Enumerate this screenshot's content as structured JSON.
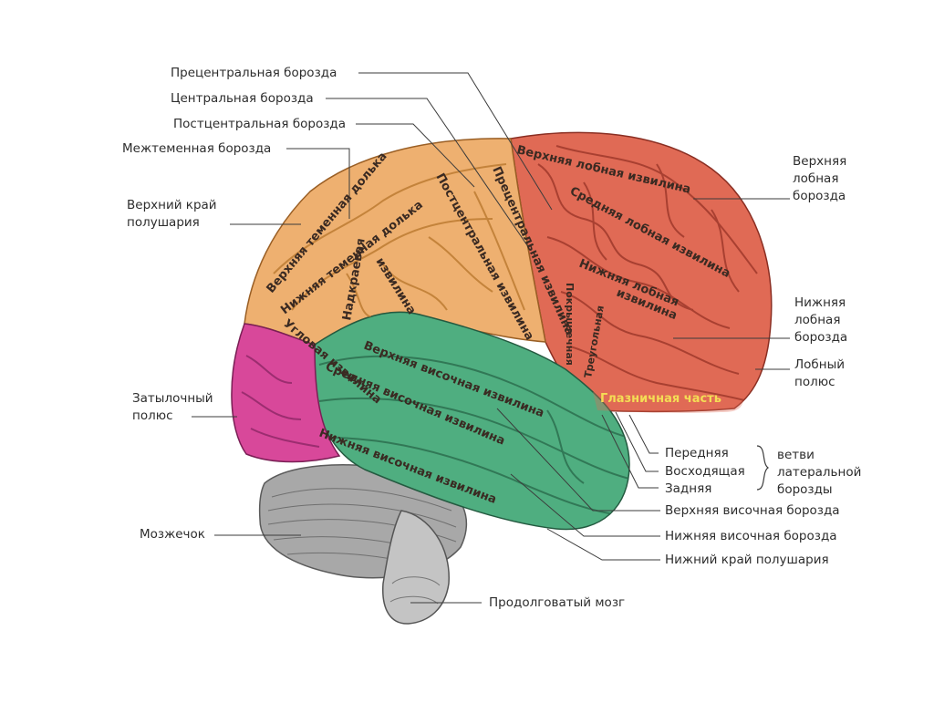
{
  "labels": {
    "precentral_sulcus": "Прецентральная борозда",
    "central_sulcus": "Центральная борозда",
    "postcentral_sulcus": "Постцентральная борозда",
    "intraparietal_sulcus": "Межтеменная борозда",
    "superior_margin_l1": "Верхний край",
    "superior_margin_l2": "полушария",
    "occipital_pole_l1": "Затылочный",
    "occipital_pole_l2": "полюс",
    "cerebellum": "Мозжечок",
    "medulla": "Продолговатый мозг",
    "superior_frontal_sulcus_l1": "Верхняя",
    "superior_frontal_sulcus_l2": "лобная",
    "superior_frontal_sulcus_l3": "борозда",
    "inferior_frontal_sulcus_l1": "Нижняя",
    "inferior_frontal_sulcus_l2": "лобная",
    "inferior_frontal_sulcus_l3": "борозда",
    "frontal_pole_l1": "Лобный",
    "frontal_pole_l2": "полюс",
    "branch_anterior": "Передняя",
    "branch_ascending": "Восходящая",
    "branch_posterior": "Задняя",
    "branches_l1": "ветви",
    "branches_l2": "латеральной",
    "branches_l3": "борозды",
    "superior_temporal_sulcus": "Верхняя височная борозда",
    "inferior_temporal_sulcus": "Нижняя височная борозда",
    "inferior_margin": "Нижний край полушария"
  },
  "inner_labels": {
    "superior_parietal_lobule": "Верхняя теменная долька",
    "inferior_parietal_lobule": "Нижняя теменная долька",
    "postcentral_gyrus": "Постцентральная извилина",
    "precentral_gyrus": "Прецентральная извилина",
    "superior_frontal_gyrus": "Верхняя лобная извилина",
    "middle_frontal_gyrus": "Средняя лобная извилина",
    "inferior_frontal_gyrus_l1": "Нижняя лобная",
    "inferior_frontal_gyrus_l2": "извилина",
    "supramarginal_gyrus_l1": "Надкраевая",
    "supramarginal_gyrus_l2": "извилина",
    "angular_gyrus": "Угловая извилина",
    "superior_temporal_gyrus": "Верхняя височная извилина",
    "middle_temporal_gyrus": "Средняя височная извилина",
    "inferior_temporal_gyrus": "Нижняя височная извилина",
    "opercular_part": "Покрышечная",
    "triangular_part": "Треугольная",
    "orbital_part": "Глазничная часть"
  },
  "colors": {
    "frontal_lobe": "#e06a55",
    "parietal_lobe": "#eeb070",
    "temporal_lobe": "#4fae80",
    "occipital_lobe": "#d8489a",
    "cerebellum": "#a9a9a9",
    "orbital_highlight": "#f4dd55",
    "leader_line": "#3b3b3b"
  }
}
